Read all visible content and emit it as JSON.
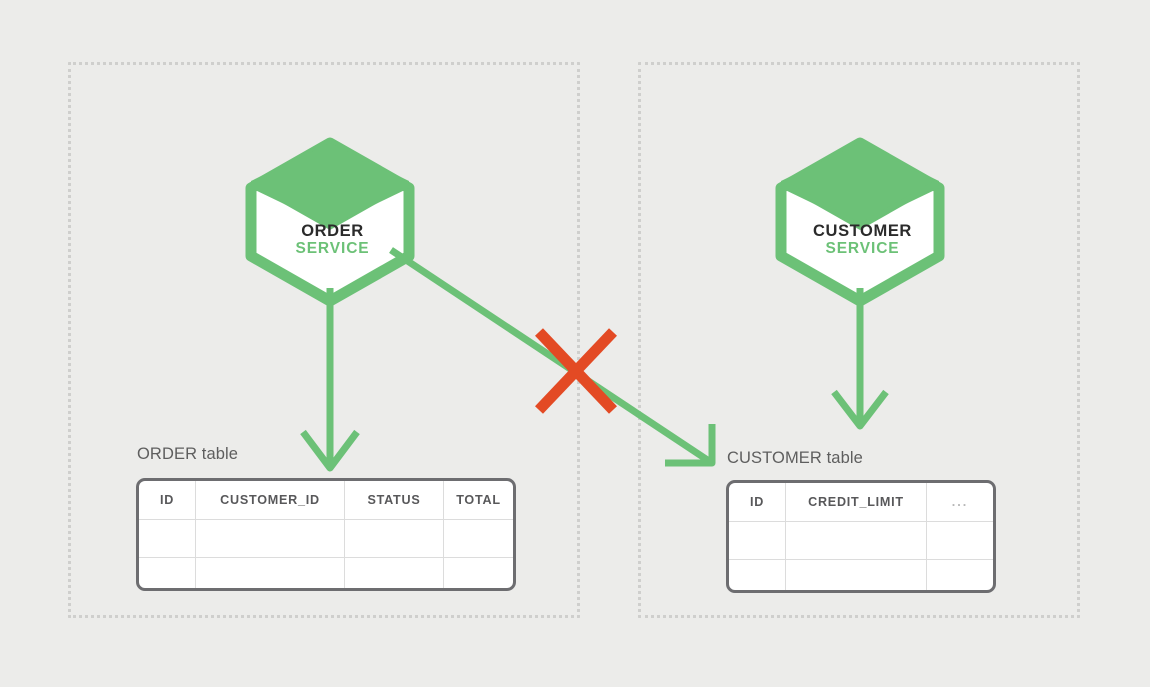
{
  "background_color": "#ececea",
  "palette": {
    "green": "#6cc177",
    "green_dark": "#64b96e",
    "red_x": "#e34a24",
    "table_border": "#6d6d70",
    "grid_line": "#dcdcdc",
    "text_dark": "#2b2b2b",
    "text_gray": "#5e5e5e",
    "dotted_region": "#cfcfcd"
  },
  "regions": [
    {
      "id": "left",
      "name": "order-service-boundary"
    },
    {
      "id": "right",
      "name": "customer-service-boundary"
    }
  ],
  "services": [
    {
      "id": "order",
      "name": "ORDER",
      "subtitle": "SERVICE",
      "shape": "hexagon"
    },
    {
      "id": "customer",
      "name": "CUSTOMER",
      "subtitle": "SERVICE",
      "shape": "hexagon"
    }
  ],
  "tables": [
    {
      "id": "order",
      "caption": "ORDER table",
      "columns": [
        "ID",
        "CUSTOMER_ID",
        "STATUS",
        "TOTAL"
      ],
      "rows": [
        [
          "",
          "",
          "",
          ""
        ],
        [
          "",
          "",
          "",
          ""
        ]
      ]
    },
    {
      "id": "customer",
      "caption": "CUSTOMER table",
      "columns": [
        "ID",
        "CREDIT_LIMIT",
        "..."
      ],
      "rows": [
        [
          "",
          "",
          ""
        ],
        [
          "",
          "",
          ""
        ]
      ]
    }
  ],
  "connectors": [
    {
      "id": "order-to-order-table",
      "name": "order-service-owns-order-table-arrow",
      "from": "ORDER SERVICE",
      "to": "ORDER table",
      "style": "solid-green-arrow",
      "allowed": true
    },
    {
      "id": "order-to-customer-table",
      "name": "order-service-to-customer-table-arrow",
      "from": "ORDER SERVICE",
      "to": "CUSTOMER table",
      "style": "solid-green-arrow",
      "allowed": false,
      "marker": "red-x"
    },
    {
      "id": "customer-to-customer-table",
      "name": "customer-service-owns-customer-table-arrow",
      "from": "CUSTOMER SERVICE",
      "to": "CUSTOMER table",
      "style": "solid-green-arrow",
      "allowed": true
    }
  ],
  "markers": [
    {
      "id": "forbidden-x",
      "name": "red-x-forbidden-marker",
      "meaning": "cross-service database access not allowed",
      "color": "#e34a24"
    }
  ]
}
